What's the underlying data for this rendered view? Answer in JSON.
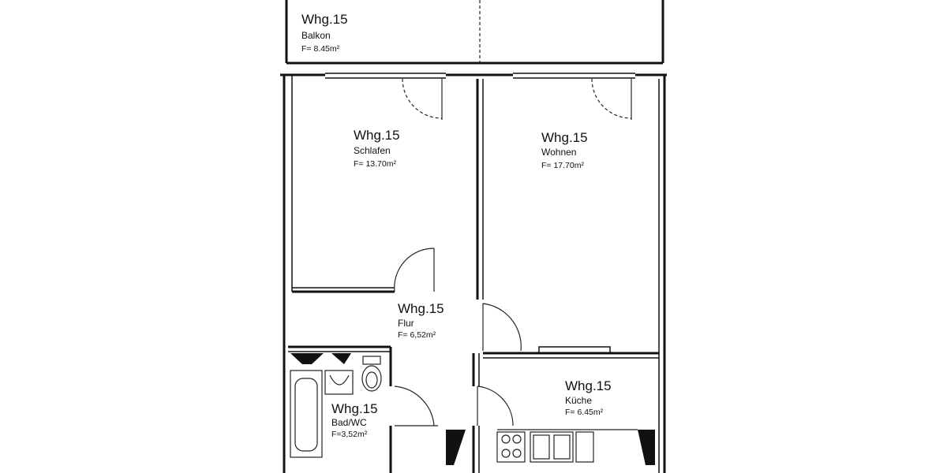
{
  "rooms": [
    {
      "id": "balkon",
      "title": "Whg.15",
      "name": "Balkon",
      "area": "F= 8.45m²"
    },
    {
      "id": "schlafen",
      "title": "Whg.15",
      "name": "Schlafen",
      "area": "F= 13.70m²"
    },
    {
      "id": "wohnen",
      "title": "Whg.15",
      "name": "Wohnen",
      "area": "F= 17.70m²"
    },
    {
      "id": "flur",
      "title": "Whg.15",
      "name": "Flur",
      "area": "F= 6,52m²"
    },
    {
      "id": "kueche",
      "title": "Whg.15",
      "name": "Küche",
      "area": "F= 6.45m²"
    },
    {
      "id": "bad",
      "title": "Whg.15",
      "name": "Bad/WC",
      "area": "F=3,52m²"
    }
  ]
}
